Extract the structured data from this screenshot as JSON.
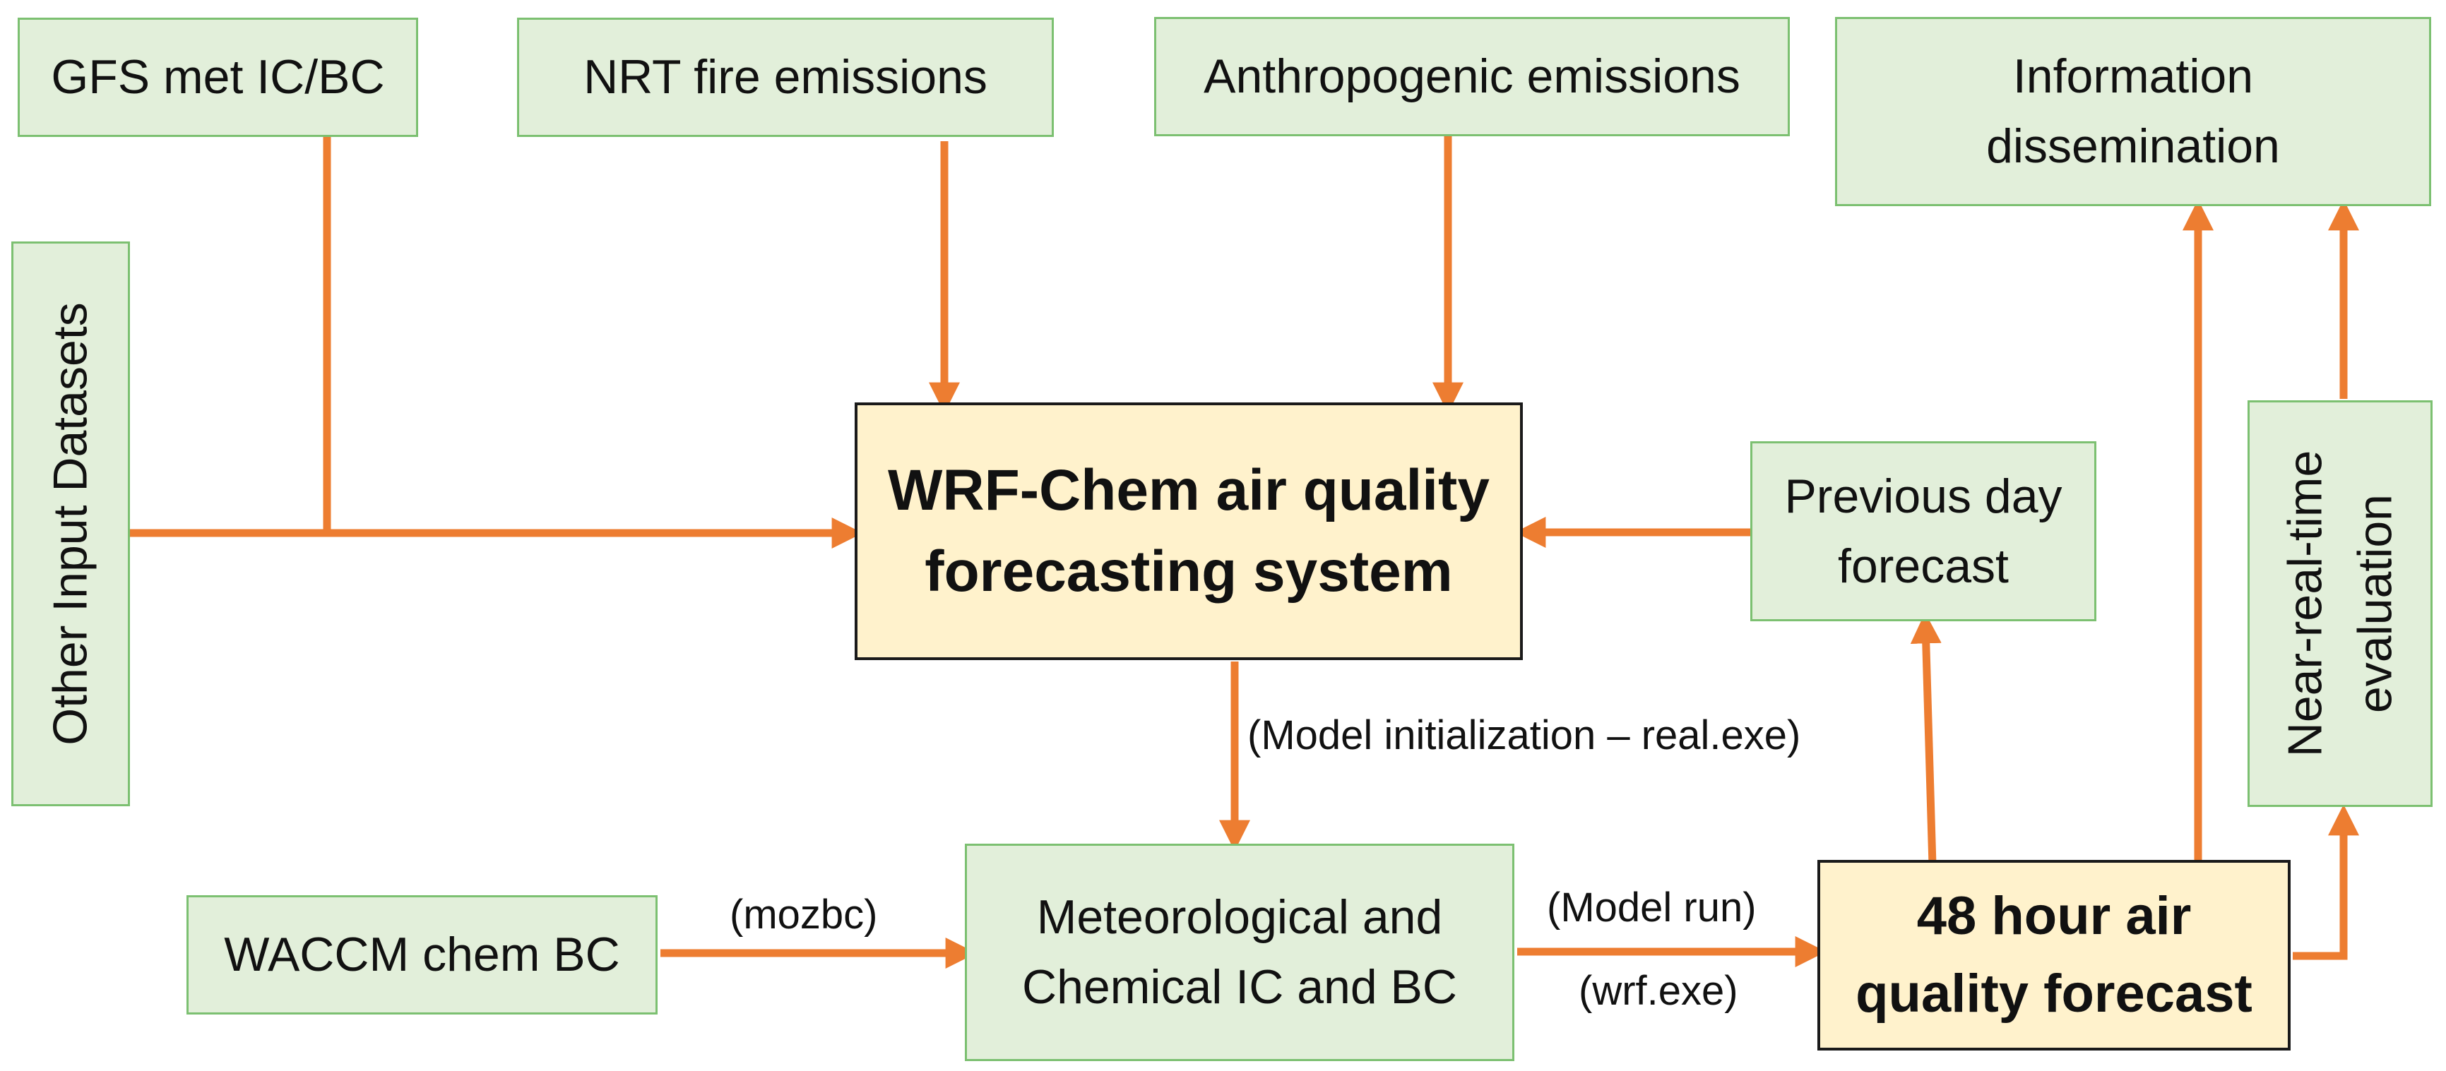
{
  "colors": {
    "arrow": "#ed7d31",
    "input_box_fill": "#e2efda",
    "input_box_border": "#7cc071",
    "core_box_fill": "#fff2cc",
    "core_box_border": "#1a1a1a"
  },
  "nodes": {
    "gfs": "GFS met IC/BC",
    "nrt_fire": "NRT fire emissions",
    "anthropogenic": "Anthropogenic emissions",
    "info_line1": "Information",
    "info_line2": "dissemination",
    "other_inputs": "Other Input Datasets",
    "wrf_chem_line1": "WRF-Chem air quality",
    "wrf_chem_line2": "forecasting system",
    "prev_day_line1": "Previous day",
    "prev_day_line2": "forecast",
    "near_real_time_line1": "Near-real-time",
    "near_real_time_line2": "evaluation",
    "waccm": "WACCM chem BC",
    "met_chem_line1": "Meteorological and",
    "met_chem_line2": "Chemical IC and BC",
    "forecast48_line1": "48 hour air",
    "forecast48_line2": "quality forecast"
  },
  "edge_labels": {
    "model_init": "(Model initialization – real.exe)",
    "mozbc": "(mozbc)",
    "model_run": "(Model run)",
    "wrf_exe": "(wrf.exe)"
  }
}
